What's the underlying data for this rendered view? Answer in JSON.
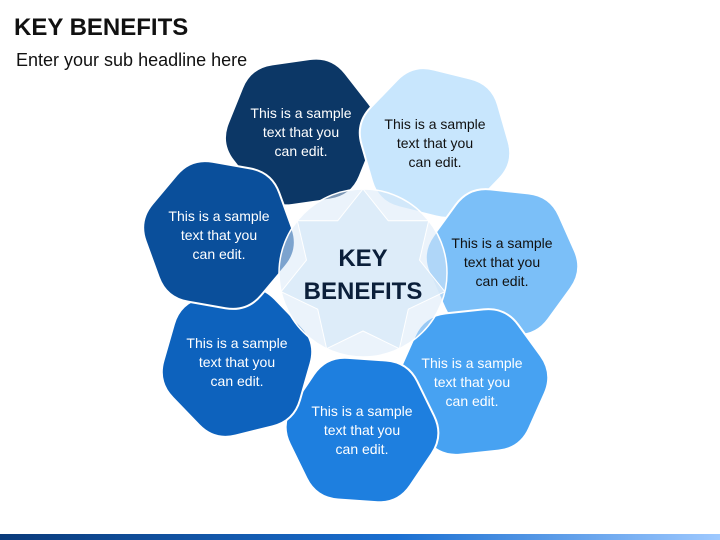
{
  "slide": {
    "title": "KEY BENEFITS",
    "subtitle": "Enter your sub headline here"
  },
  "center": {
    "line1": "KEY",
    "line2": "BENEFITS",
    "fill": "#dbeaf8"
  },
  "petals": [
    {
      "fill": "#0c3766",
      "text_color": "#ffffff",
      "lines": [
        "This is a sample",
        "text that you",
        "can edit."
      ]
    },
    {
      "fill": "#c8e6fd",
      "text_color": "#111111",
      "lines": [
        "This is a sample",
        "text that you",
        "can edit."
      ]
    },
    {
      "fill": "#7bbff8",
      "text_color": "#111111",
      "lines": [
        "This is a sample",
        "text that you",
        "can edit."
      ]
    },
    {
      "fill": "#47a2f2",
      "text_color": "#ffffff",
      "lines": [
        "This is a sample",
        "text that you",
        "can edit."
      ]
    },
    {
      "fill": "#1e7fdf",
      "text_color": "#ffffff",
      "lines": [
        "This is a sample",
        "text that you",
        "can edit."
      ]
    },
    {
      "fill": "#0d62bd",
      "text_color": "#ffffff",
      "lines": [
        "This is a sample",
        "text that you",
        "can edit."
      ]
    },
    {
      "fill": "#0a4f9b",
      "text_color": "#ffffff",
      "lines": [
        "This is a sample",
        "text that you",
        "can edit."
      ]
    }
  ]
}
